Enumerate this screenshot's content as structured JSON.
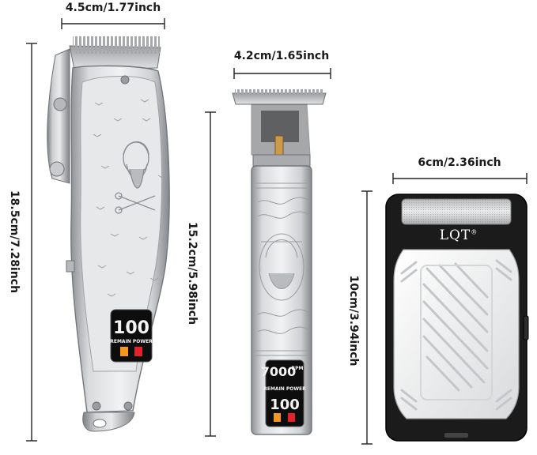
{
  "dimensions": {
    "clipper_width": "4.5cm/1.77inch",
    "clipper_height": "18.5cm/7.28inch",
    "trimmer_width": "4.2cm/1.65inch",
    "trimmer_height": "15.2cm/5.98inch",
    "shaver_width": "6cm/2.36inch",
    "shaver_height": "10cm/3.94inch"
  },
  "clipper": {
    "display_value": "100",
    "display_caption": "REMAIN POWER",
    "color_body": "#c9cbcd",
    "color_dark": "#8c8f93"
  },
  "trimmer": {
    "display_rpm_value": "7000",
    "display_rpm_unit": "RPM",
    "display_caption": "REMAIN POWER",
    "display_power_value": "100",
    "color_body": "#c4c6c9"
  },
  "shaver": {
    "brand": "LQT",
    "brand_mark": "®",
    "color_frame": "#1b1b1b",
    "color_panel": "#ededed"
  },
  "colors": {
    "dimension_line": "#222222",
    "lcd_background": "#0d0d0d",
    "lcd_digits": "#f4f4f4",
    "indicator_orange": "#f39a1e",
    "indicator_red": "#e2242a"
  }
}
